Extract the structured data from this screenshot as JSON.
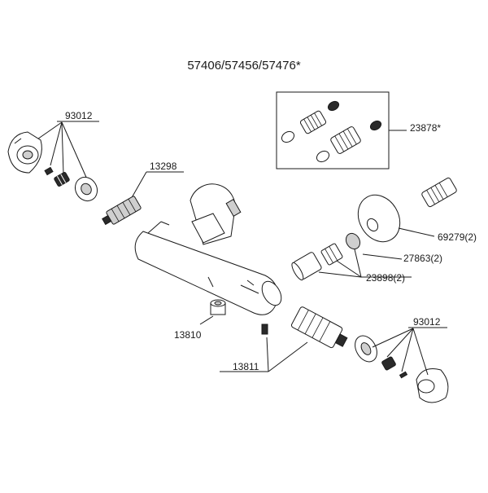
{
  "title": "57406/57456/57476*",
  "inset_part": "23878*",
  "parts": {
    "handle_left": "93012",
    "cartridge_left": "13298",
    "flange": "69279(2)",
    "eccentric": "27863(2)",
    "nut_set": "23898(2)",
    "plug": "13810",
    "thermo_cartridge": "13811",
    "handle_right": "93012"
  },
  "colors": {
    "line": "#1a1a1a",
    "shade": "#cfcfcf",
    "background": "#ffffff"
  }
}
